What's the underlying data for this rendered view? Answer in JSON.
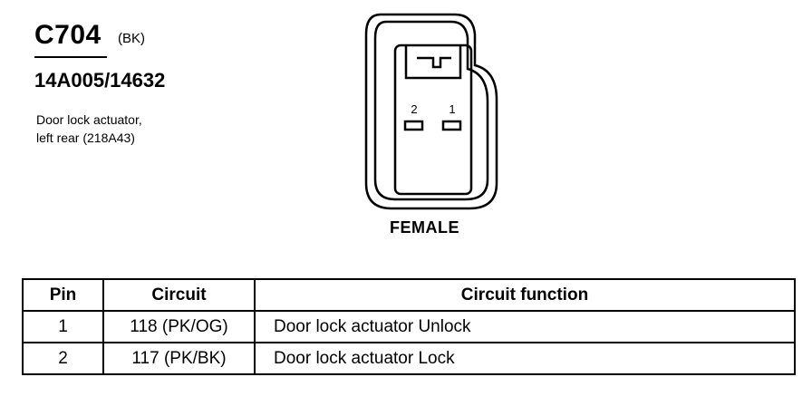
{
  "connector": {
    "id": "C704",
    "color": "(BK)",
    "part_numbers": "14A005/14632",
    "description_line1": "Door lock actuator,",
    "description_line2": "left rear (218A43)"
  },
  "diagram": {
    "pin_labels": [
      "2",
      "1"
    ],
    "gender": "FEMALE"
  },
  "table": {
    "headers": [
      "Pin",
      "Circuit",
      "Circuit function"
    ],
    "rows": [
      {
        "pin": "1",
        "circuit": "118 (PK/OG)",
        "function": "Door lock actuator Unlock"
      },
      {
        "pin": "2",
        "circuit": "117 (PK/BK)",
        "function": "Door lock actuator Lock"
      }
    ]
  }
}
